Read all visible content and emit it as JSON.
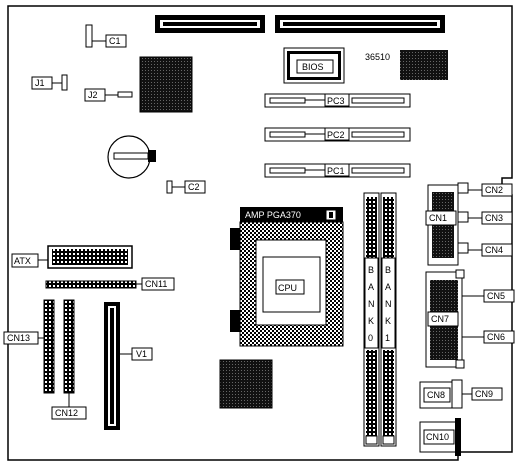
{
  "labels": {
    "c1": "C1",
    "c2": "C2",
    "j1": "J1",
    "j2": "J2",
    "bios": "BIOS",
    "bios_code": "36510",
    "pc3": "PC3",
    "pc2": "PC2",
    "pc1": "PC1",
    "amp": "AMP PGA370",
    "cpu": "CPU",
    "atx": "ATX",
    "cn1": "CN1",
    "cn2": "CN2",
    "cn3": "CN3",
    "cn4": "CN4",
    "cn5": "CN5",
    "cn6": "CN6",
    "cn7": "CN7",
    "cn8": "CN8",
    "cn9": "CN9",
    "cn10": "CN10",
    "cn11": "CN11",
    "cn12": "CN12",
    "cn13": "CN13",
    "v1": "V1",
    "bank0": [
      "B",
      "A",
      "N",
      "K",
      "0"
    ],
    "bank1": [
      "B",
      "A",
      "N",
      "K",
      "1"
    ]
  }
}
